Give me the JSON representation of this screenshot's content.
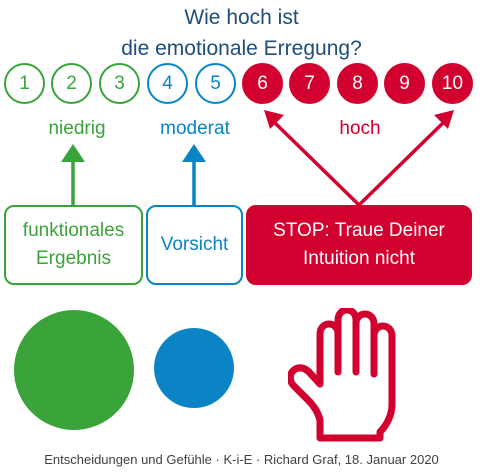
{
  "title": {
    "line1": "Wie hoch ist",
    "line2": "die emotionale Erregung?"
  },
  "scale": [
    {
      "label": "1",
      "group": "low"
    },
    {
      "label": "2",
      "group": "low"
    },
    {
      "label": "3",
      "group": "low"
    },
    {
      "label": "4",
      "group": "moderate"
    },
    {
      "label": "5",
      "group": "moderate"
    },
    {
      "label": "6",
      "group": "high"
    },
    {
      "label": "7",
      "group": "high"
    },
    {
      "label": "8",
      "group": "high"
    },
    {
      "label": "9",
      "group": "high"
    },
    {
      "label": "10",
      "group": "high"
    }
  ],
  "levels": {
    "low": "niedrig",
    "moderate": "moderat",
    "high": "hoch"
  },
  "boxes": {
    "functional": {
      "line1": "funktionales",
      "line2": "Ergebnis"
    },
    "caution": "Vorsicht",
    "stop": {
      "line1": "STOP: Traue Deiner",
      "line2": "Intuition nicht"
    }
  },
  "icons": {
    "low": "green-circle",
    "moderate": "blue-circle",
    "high": "stop-hand-icon"
  },
  "colors": {
    "title": "#1f4e79",
    "low": "#3aa43b",
    "moderate": "#0b84c6",
    "high": "#d2002e"
  },
  "footer": "Entscheidungen und Gefühle · K-i-E · Richard Graf, 18. Januar 2020"
}
